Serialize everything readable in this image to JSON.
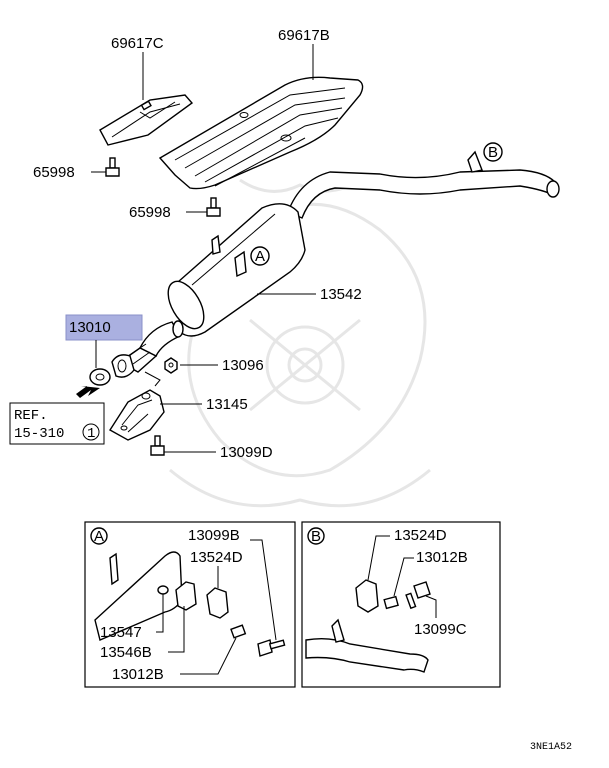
{
  "labels": {
    "p69617c": "69617C",
    "p69617b": "69617B",
    "p65998a": "65998",
    "p65998b": "65998",
    "p13542": "13542",
    "p13010": "13010",
    "p13096": "13096",
    "p13145": "13145",
    "p13099d": "13099D",
    "ref_line1": "REF.",
    "ref_line2": "15-310",
    "ref_circle": "1",
    "callout_a": "A",
    "callout_b": "B",
    "detail_a": {
      "tag": "A",
      "p13099b": "13099B",
      "p13524d": "13524D",
      "p13547": "13547",
      "p13546b": "13546B",
      "p13012b": "13012B"
    },
    "detail_b": {
      "tag": "B",
      "p13524d": "13524D",
      "p13012b": "13012B",
      "p13099c": "13099C"
    },
    "diagram_code": "3NE1A52"
  },
  "colors": {
    "highlight": "#aab0e0",
    "line": "#000000",
    "watermark": "#e6e6e6"
  },
  "icons": {
    "front_arrow": "arrow-down-left-icon"
  }
}
